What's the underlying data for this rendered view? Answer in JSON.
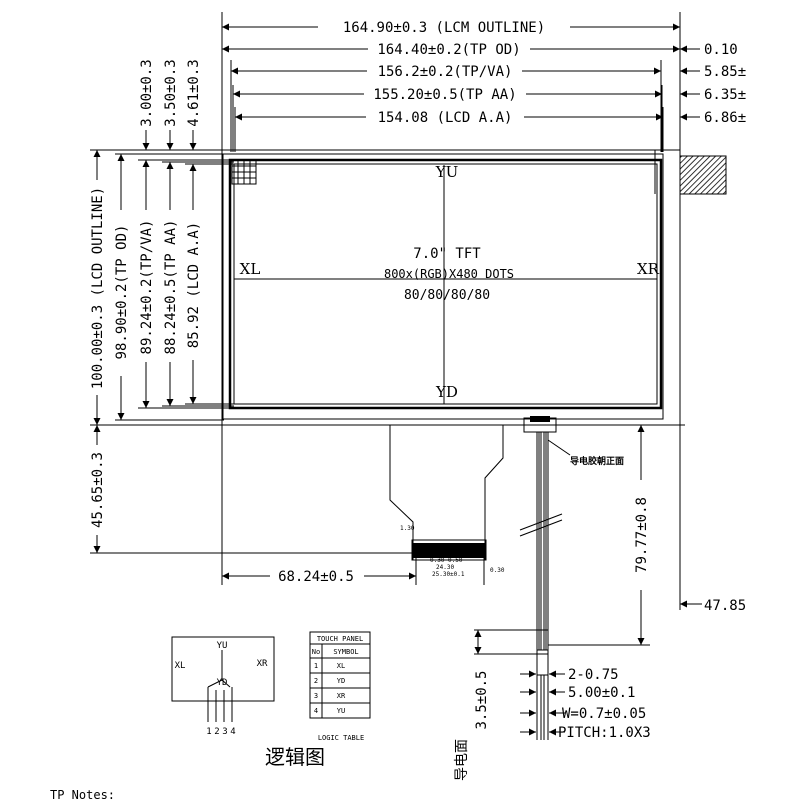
{
  "horizontal_dims": {
    "lcm_outline": "164.90±0.3 (LCM OUTLINE)",
    "tp_od": "164.40±0.2(TP OD)",
    "tp_va": "156.2±0.2(TP/VA)",
    "tp_aa": "155.20±0.5(TP AA)",
    "lcd_aa": "154.08 (LCD A.A)"
  },
  "right_offsets": [
    "0.10",
    "5.85±",
    "6.35±",
    "6.86±"
  ],
  "vertical_dims": {
    "lcd_outline": "100.00±0.3 (LCD OUTLINE)",
    "tp_od": "98.90±0.2(TP OD)",
    "tp_va": "89.24±0.2(TP/VA)",
    "tp_aa": "88.24±0.5(TP AA)",
    "lcd_aa": "85.92 (LCD A.A)"
  },
  "top_offsets": [
    "3.00±0.3",
    "3.50±0.3",
    "4.61±0.3"
  ],
  "panel": {
    "yu": "YU",
    "yd": "YD",
    "xl": "XL",
    "xr": "XR",
    "size": "7.0\" TFT",
    "resolution": "800x(RGB)X480 DOTS",
    "viewing_angle": "80/80/80/80"
  },
  "bottom_dims": {
    "height_4565": "45.65±0.3",
    "fpc_offset": "68.24±0.5",
    "tail_length": "79.77±0.8",
    "right_4785": "47.85",
    "conductive_note": "导电胶朝正面",
    "conductive_side": "导电面",
    "conductive_dim": "3.5±0.5",
    "pin_dims": [
      "2-0.75",
      "5.00±0.1",
      "W=0.7±0.05",
      "PITCH:1.0X3"
    ]
  },
  "logic_diagram": {
    "yu": "YU",
    "yd": "YD",
    "xl": "XL",
    "xr": "XR",
    "pins": [
      "1",
      "2",
      "3",
      "4"
    ],
    "caption": "逻辑图"
  },
  "touch_panel_table": {
    "title": "TOUCH PANEL",
    "headers": [
      "No",
      "SYMBOL"
    ],
    "rows": [
      [
        "1",
        "XL"
      ],
      [
        "2",
        "YD"
      ],
      [
        "3",
        "XR"
      ],
      [
        "4",
        "YU"
      ]
    ],
    "caption": "LOGIC TABLE"
  },
  "notes_heading": "TP Notes:"
}
